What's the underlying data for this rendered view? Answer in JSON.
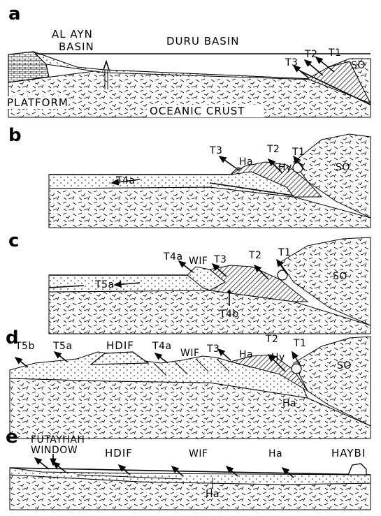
{
  "panels": {
    "a": {
      "letter": "a",
      "labels": {
        "al_ayn_1": "AL AYN",
        "al_ayn_2": "BASIN",
        "duru": "DURU BASIN",
        "platform": "PLATFORM",
        "oceanic": "OCEANIC CRUST",
        "t1": "T1",
        "t2": "T2",
        "t3": "T3",
        "so": "SO"
      }
    },
    "b": {
      "letter": "b",
      "labels": {
        "t3": "T3",
        "ha": "Ha",
        "t2": "T2",
        "t1": "T1",
        "hy": "Hy",
        "t4a": "T4a",
        "so": "SO"
      }
    },
    "c": {
      "letter": "c",
      "labels": {
        "t4a": "T4a",
        "wif": "WIF",
        "t3": "T3",
        "t2": "T2",
        "t1": "T1",
        "t5a": "T5a",
        "t4b": "T4b",
        "so": "SO"
      }
    },
    "d": {
      "letter": "d",
      "labels": {
        "t5b": "T5b",
        "t5a": "T5a",
        "hdif": "HDIF",
        "t4a": "T4a",
        "wif": "WIF",
        "t3": "T3",
        "ha": "Ha",
        "t2": "T2",
        "hy": "Hy",
        "t1": "T1",
        "so": "SO",
        "ha_low": "Ha"
      }
    },
    "e": {
      "letter": "e",
      "labels": {
        "fut1": "FUTAYHAH",
        "fut2": "WINDOW",
        "hdif": "HDIF",
        "wif": "WIF",
        "ha": "Ha",
        "haybi": "HAYBI",
        "ha_low": "Ha"
      }
    }
  },
  "colors": {
    "ink": "#000000",
    "paper": "#ffffff"
  }
}
